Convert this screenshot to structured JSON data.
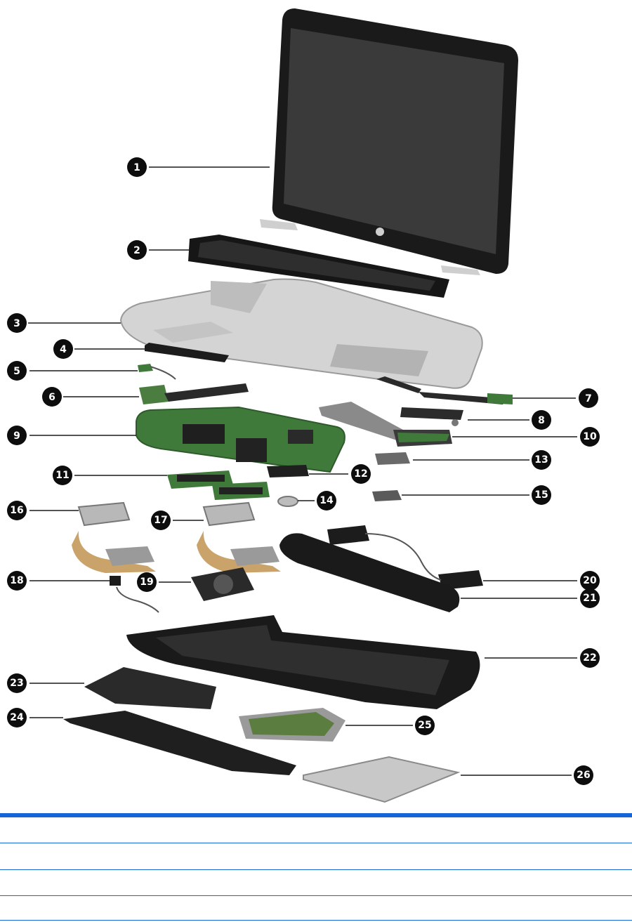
{
  "diagram": {
    "callouts": [
      "1",
      "2",
      "3",
      "4",
      "5",
      "6",
      "7",
      "8",
      "9",
      "10",
      "11",
      "12",
      "13",
      "14",
      "15",
      "16",
      "17",
      "18",
      "19",
      "20",
      "21",
      "22",
      "23",
      "24",
      "25",
      "26"
    ]
  },
  "colors": {
    "callout_fill": "#0d0d0d",
    "leader_line": "#1a1a1a",
    "table_rule": "#1565d8",
    "board_green": "#3f7a3a",
    "chassis_gray": "#d8d8d8",
    "plastic_black": "#1c1c1c",
    "heatsink_silver": "#b8b8b8"
  }
}
